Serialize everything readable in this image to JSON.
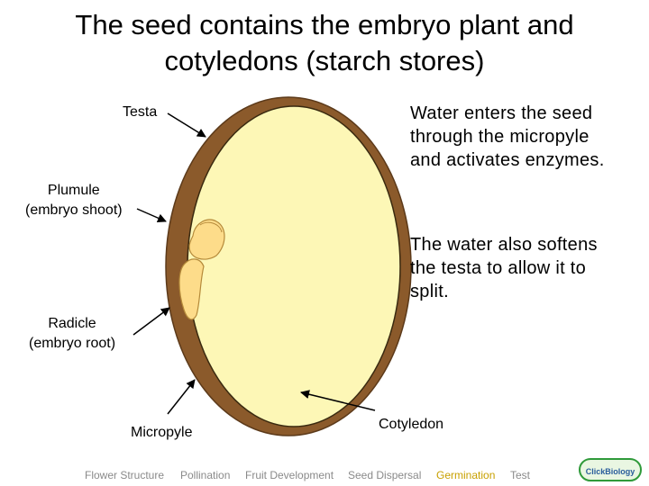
{
  "title": "The seed contains the embryo plant and\ncotyledons (starch stores)",
  "labels": {
    "testa": "Testa",
    "plumule": "Plumule\n(embryo shoot)",
    "radicle": "Radicle\n(embryo root)",
    "micropyle": "Micropyle",
    "cotyledon": "Cotyledon"
  },
  "notes": {
    "water_enters": "Water enters the seed\nthrough the micropyle\nand activates enzymes.",
    "water_softens": "The water also softens\nthe testa to allow it to\nsplit."
  },
  "nav": {
    "flower_structure": "Flower Structure",
    "pollination": "Pollination",
    "fruit_development": "Fruit Development",
    "seed_dispersal": "Seed Dispersal",
    "germination": "Germination",
    "test": "Test"
  },
  "logo_text": "ClickBiology",
  "colors": {
    "testa": "#8b5a2b",
    "cotyledon": "#fdf7b6",
    "embryo": "#fddc8a",
    "active_nav": "#c8a000"
  }
}
